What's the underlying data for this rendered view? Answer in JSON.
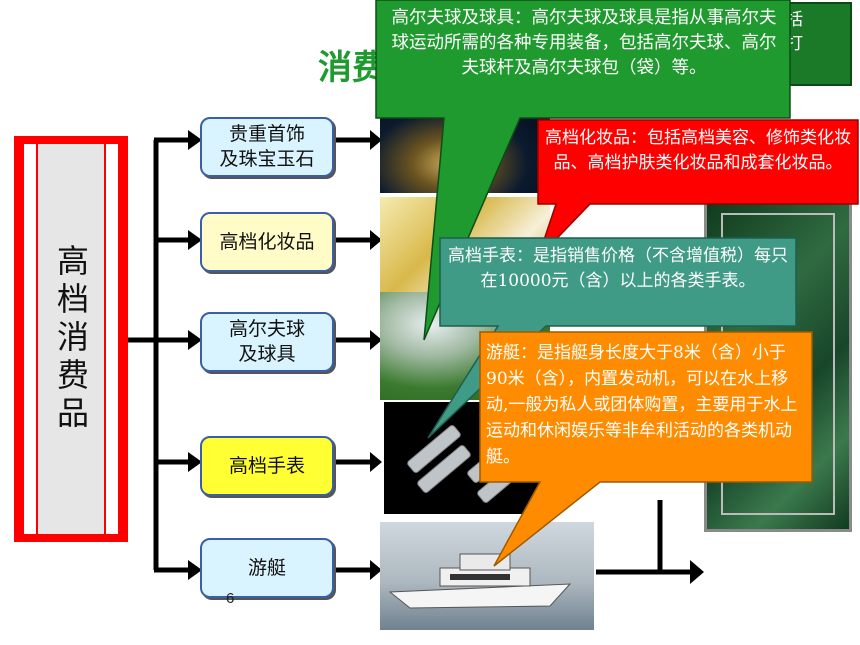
{
  "title": "消费",
  "main_label": "高档消费品",
  "categories": [
    {
      "label": "贵重首饰\n及珠宝玉石",
      "color": "#d9f4ff"
    },
    {
      "label": "高档化妆品",
      "color": "#fffcc8"
    },
    {
      "label": "高尔夫球\n及球具",
      "color": "#d9f4ff"
    },
    {
      "label": "高档手表",
      "color": "#ffff33"
    },
    {
      "label": "游艇",
      "color": "#d9f4ff"
    }
  ],
  "callouts": {
    "golf": "高尔夫球及球具：高尔夫球及球具是指从事高尔夫球运动所需的各种专用装备，包括高尔夫球、高尔夫球杆及高尔夫球包（袋）等。",
    "cosmetics": "高档化妆品：包括高档美容、修饰类化妆品、高档护肤类化妆品和成套化妆品。",
    "watch": "高档手表：是指销售价格（不含增值税）每只在10000元（含）以上的各类手表。",
    "yacht": "游艇：是指艇身长度大于8米（含）小于90米（含），内置发动机，可以在水上移动,一般为私人或团体购置，主要用于水上运动和休闲娱乐等非牟利活动的各类机动艇。",
    "behind_fragment": "括\n打"
  },
  "slide_number": "6",
  "colors": {
    "red": "#ff0000",
    "green_callout": "#1f9a2e",
    "teal_callout": "#3f9a86",
    "orange_callout": "#ff8c00",
    "title_green": "#1e9a2e",
    "box_border": "#3a5fa8"
  }
}
